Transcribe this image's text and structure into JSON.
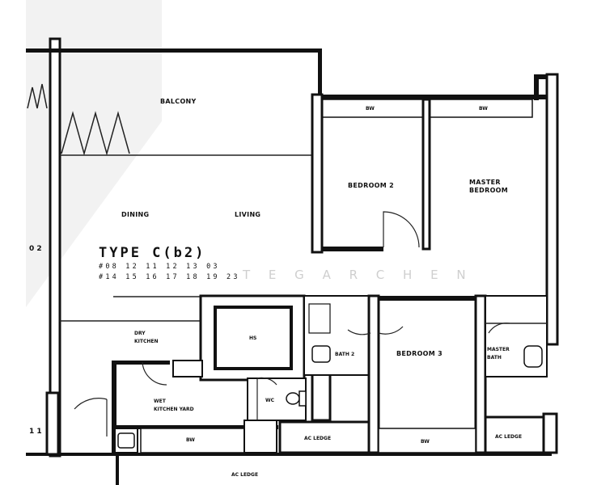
{
  "plan": {
    "type_title": "TYPE C(b2)",
    "unit_numbers_line1": "#08 12 11 12 13 03",
    "unit_numbers_line2": "#14 15 16 17 18 19 23",
    "watermark": "T E G A R  C H E N",
    "edge_mark": "0 2",
    "corner_mark": "1 1"
  },
  "rooms": {
    "balcony": "BALCONY",
    "dining": "DINING",
    "living": "LIVING",
    "bedroom2": "BEDROOM 2",
    "master_bedroom_1": "MASTER",
    "master_bedroom_2": "BEDROOM",
    "bedroom3": "BEDROOM 3",
    "dry_kitchen_1": "DRY",
    "dry_kitchen_2": "KITCHEN",
    "wet_kitchen_1": "WET",
    "wet_kitchen_2": "KITCHEN YARD",
    "bath2": "BATH 2",
    "master_bath_1": "MASTER",
    "master_bath_2": "BATH",
    "wc": "WC",
    "hs": "HS",
    "ac_ledge_mid": "AC LEDGE",
    "ac_ledge_right": "AC LEDGE",
    "ac_ledge_bottom": "AC LEDGE",
    "bay1": "BW",
    "bay2": "BW",
    "bay3": "BW",
    "bay4": "BW"
  }
}
